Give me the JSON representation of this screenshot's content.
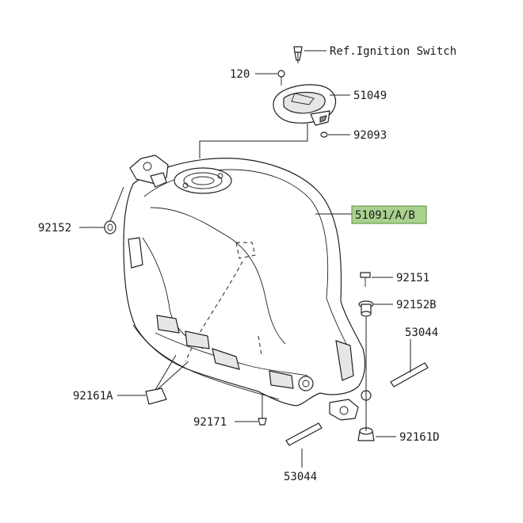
{
  "callouts": {
    "ref_ignition": "Ref.Ignition Switch",
    "p120": "120",
    "p51049": "51049",
    "p92093": "92093",
    "p92152": "92152",
    "p51091": "51091/A/B",
    "p92151": "92151",
    "p92152b": "92152B",
    "p53044_right": "53044",
    "p92161a": "92161A",
    "p92171": "92171",
    "p92161d": "92161D",
    "p53044_bottom": "53044"
  },
  "colors": {
    "highlight_fill": "#a9d18e",
    "highlight_border": "#5a8f3a",
    "line": "#222222"
  }
}
